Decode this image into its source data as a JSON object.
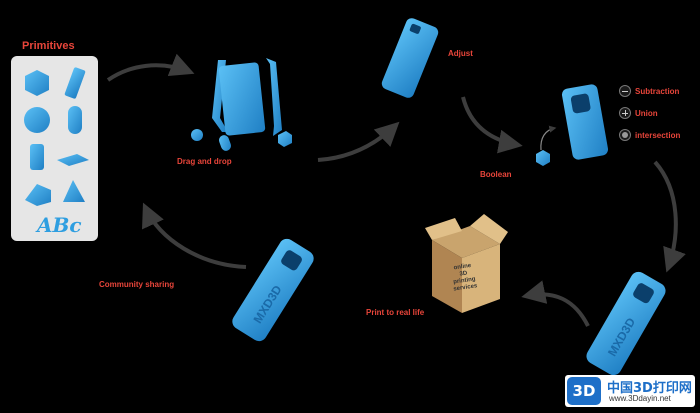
{
  "labels": {
    "primitives": "Primitives",
    "drag_and_drop": "Drag and drop",
    "adjust": "Adjust",
    "boolean": "Boolean",
    "print_to_real_life": "Print to real life",
    "community_sharing": "Community sharing"
  },
  "boolean_ops": [
    {
      "label": "Subtraction",
      "icon": "minus-icon"
    },
    {
      "label": "Union",
      "icon": "plus-icon"
    },
    {
      "label": "intersection",
      "icon": "intersection-icon"
    }
  ],
  "box_text": [
    "online",
    "3D",
    "printing",
    "services"
  ],
  "case_text": "MXD3D",
  "primitives_icon_text": "ABc",
  "watermark": {
    "badge": "3D",
    "title": "中国3D打印网",
    "url": "www.3Ddayin.net"
  },
  "colors": {
    "background": "#000000",
    "accent": "#e8453a",
    "shape_blue": "#2e9ee0",
    "panel": "#e6e6e6"
  }
}
